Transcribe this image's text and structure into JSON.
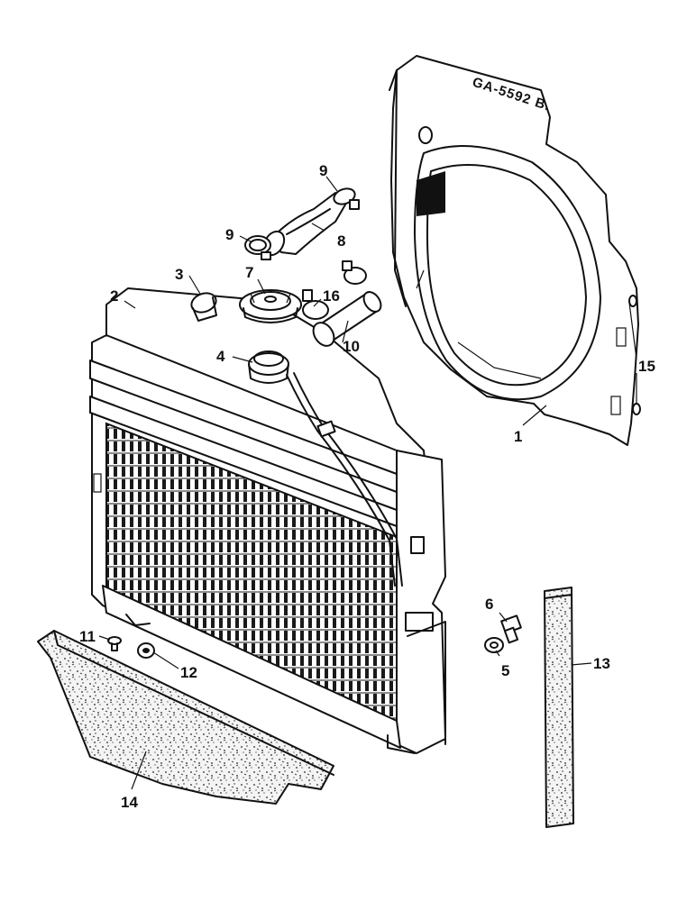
{
  "drawing_code": "GA-5592 B.",
  "callouts": [
    {
      "id": "c1",
      "label": "1"
    },
    {
      "id": "c2",
      "label": "2"
    },
    {
      "id": "c3",
      "label": "3"
    },
    {
      "id": "c4",
      "label": "4"
    },
    {
      "id": "c5",
      "label": "5"
    },
    {
      "id": "c6",
      "label": "6"
    },
    {
      "id": "c7",
      "label": "7"
    },
    {
      "id": "c8",
      "label": "8"
    },
    {
      "id": "c9a",
      "label": "9"
    },
    {
      "id": "c9b",
      "label": "9"
    },
    {
      "id": "c10",
      "label": "10"
    },
    {
      "id": "c11",
      "label": "11"
    },
    {
      "id": "c12",
      "label": "12"
    },
    {
      "id": "c13",
      "label": "13"
    },
    {
      "id": "c14",
      "label": "14"
    },
    {
      "id": "c15",
      "label": "15"
    },
    {
      "id": "c16",
      "label": "16"
    }
  ]
}
